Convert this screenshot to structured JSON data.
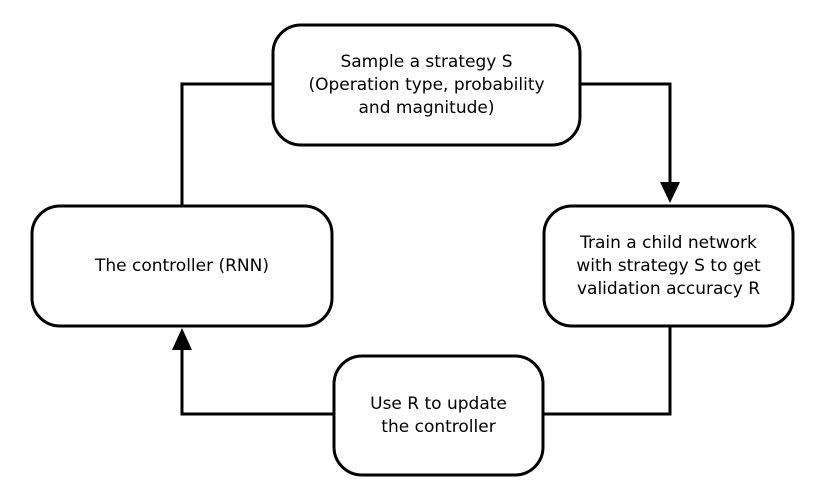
{
  "nodes": {
    "sample": {
      "lines": [
        "Sample a strategy S",
        "(Operation type, probability",
        "and magnitude)"
      ]
    },
    "train": {
      "lines": [
        "Train a child network",
        "with strategy S to get",
        "validation accuracy R"
      ]
    },
    "update": {
      "lines": [
        "Use R to update",
        "the controller"
      ]
    },
    "controller": {
      "lines": [
        "The controller (RNN)"
      ]
    }
  },
  "edges": [
    {
      "from": "controller",
      "to": "sample",
      "arrow": false
    },
    {
      "from": "sample",
      "to": "train",
      "arrow": true
    },
    {
      "from": "train",
      "to": "update",
      "arrow": false
    },
    {
      "from": "update",
      "to": "controller",
      "arrow": true
    }
  ]
}
